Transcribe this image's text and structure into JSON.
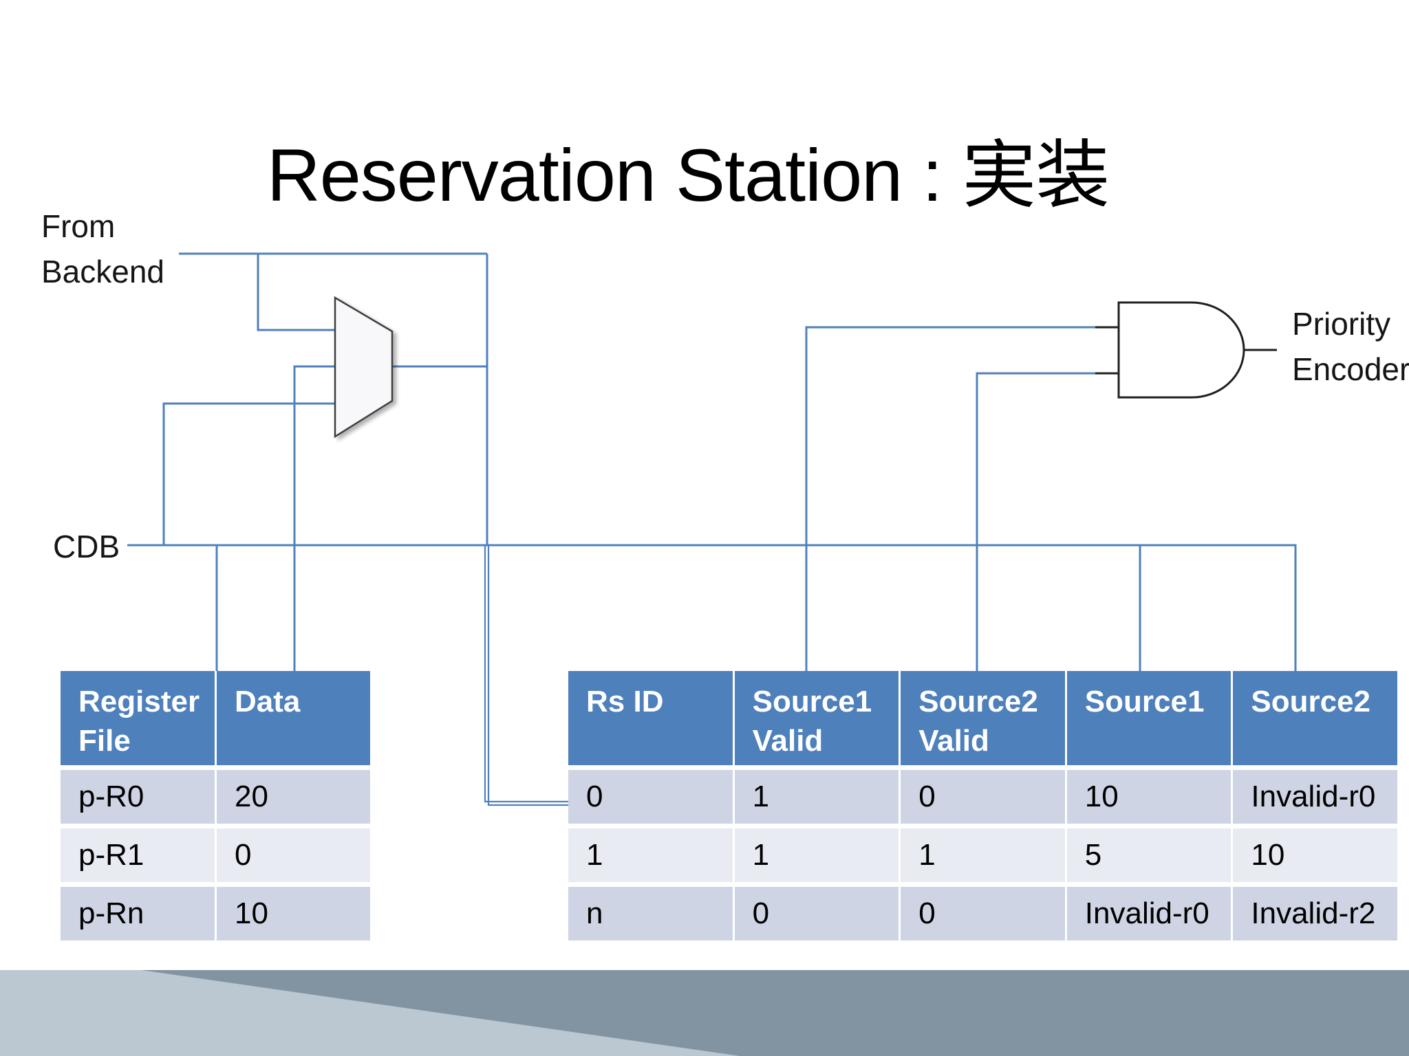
{
  "title": "Reservation Station : 実装",
  "labels": {
    "from_backend_line1": "From",
    "from_backend_line2": "Backend",
    "cdb": "CDB",
    "priority_line1": "Priority",
    "priority_line2": "Encoder"
  },
  "colors": {
    "connector": "#4f81bd",
    "header_bg": "#4e80bc",
    "row_odd_bg": "#ced4e3",
    "row_even_bg": "#e9ebf3",
    "header_text": "#ffffff",
    "cell_text": "#000000",
    "gate_stroke": "#1f1f1f",
    "wedge_dark": "#8294a2",
    "wedge_light": "#bbc8d2",
    "title_text": "#000000"
  },
  "register_file_table": {
    "headers": [
      "Register File",
      "Data"
    ],
    "rows": [
      [
        "p-R0",
        "20"
      ],
      [
        "p-R1",
        "0"
      ],
      [
        "p-Rn",
        "10"
      ]
    ]
  },
  "reservation_station_table": {
    "headers": [
      "Rs ID",
      "Source1 Valid",
      "Source2 Valid",
      "Source1",
      "Source2"
    ],
    "rows": [
      [
        "0",
        "1",
        "0",
        "10",
        "Invalid-r0"
      ],
      [
        "1",
        "1",
        "1",
        "5",
        "10"
      ],
      [
        "n",
        "0",
        "0",
        "Invalid-r0",
        "Invalid-r2"
      ]
    ]
  }
}
